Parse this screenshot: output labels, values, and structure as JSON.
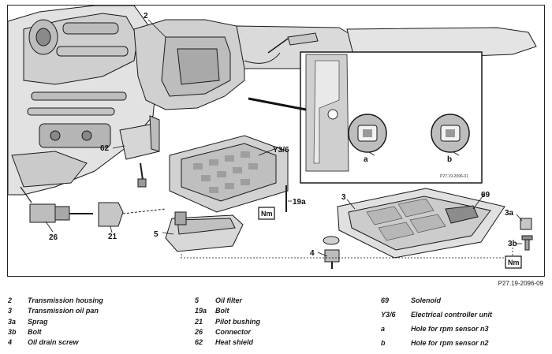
{
  "figure": {
    "labels": {
      "housing": "2",
      "heat_shield": "62",
      "electrical_controller": "Y3/6",
      "bolt_19a": "19a",
      "connector": "26",
      "pilot_bushing": "21",
      "oil_filter": "5",
      "oil_pan": "3",
      "solenoid": "69",
      "oil_drain_screw": "4",
      "sprag": "3a",
      "bolt_3b": "3b",
      "hole_a": "a",
      "hole_b": "b",
      "nm_badge": "Nm",
      "inset_code": "P27.19-2096-01"
    },
    "reference": "P27.19-2096-09"
  },
  "legend": {
    "col1": [
      {
        "code": "2",
        "text": "Transmission housing"
      },
      {
        "code": "3",
        "text": "Transmission oil pan"
      },
      {
        "code": "3a",
        "text": "Sprag"
      },
      {
        "code": "3b",
        "text": "Bolt"
      },
      {
        "code": "4",
        "text": "Oil drain screw"
      }
    ],
    "col2": [
      {
        "code": "5",
        "text": "Oil filter"
      },
      {
        "code": "19a",
        "text": "Bolt"
      },
      {
        "code": "21",
        "text": "Pilot bushing"
      },
      {
        "code": "26",
        "text": "Connector"
      },
      {
        "code": "62",
        "text": "Heat shield"
      }
    ],
    "col3": [
      {
        "code": "69",
        "text": "Solenoid"
      },
      {
        "code": "Y3/6",
        "text": "Electrical controller unit"
      },
      {
        "code": "a",
        "text": "Hole for rpm sensor n3"
      },
      {
        "code": "b",
        "text": "Hole for rpm sensor n2"
      }
    ]
  }
}
